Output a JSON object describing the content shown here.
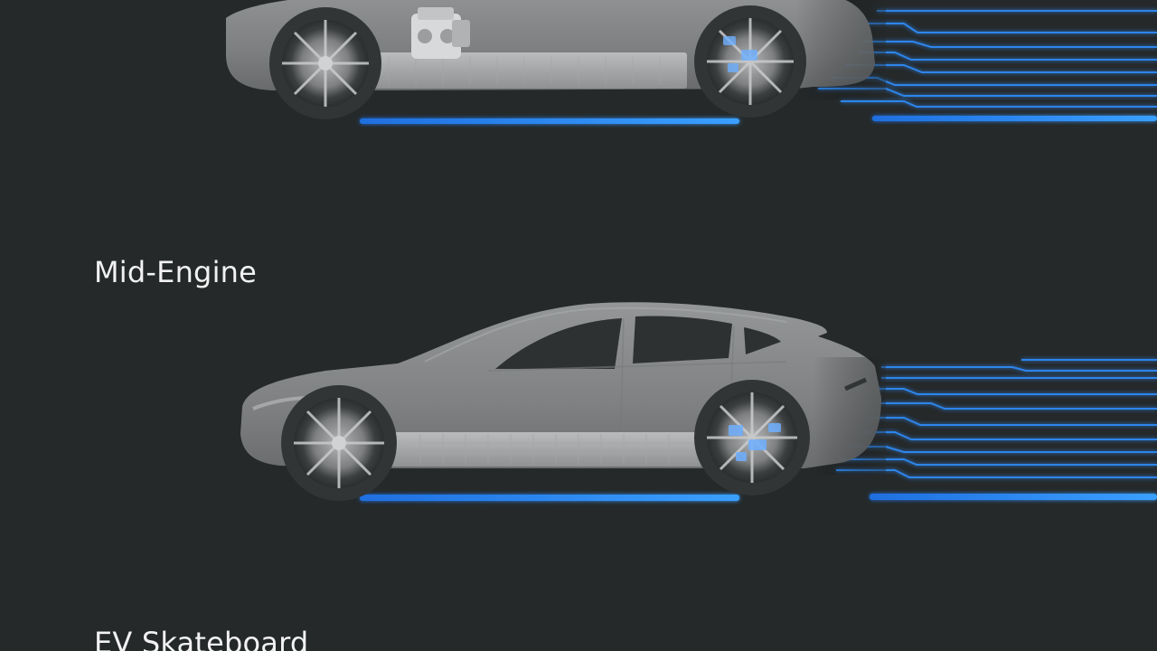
{
  "labels": {
    "mid_engine": "Mid-Engine",
    "ev_skateboard": "EV Skateboard"
  },
  "colors": {
    "background": "#25292a",
    "car_body": "#8e9091",
    "car_dark": "#6f7172",
    "window": "#2f3233",
    "glow_blue": "#2f8fff",
    "text": "#f2f2f2"
  },
  "icons": {
    "car": "car-silhouette",
    "engine": "engine-block",
    "motor": "electric-motor",
    "battery": "battery-pack",
    "speed_lines": "speed-lines"
  }
}
